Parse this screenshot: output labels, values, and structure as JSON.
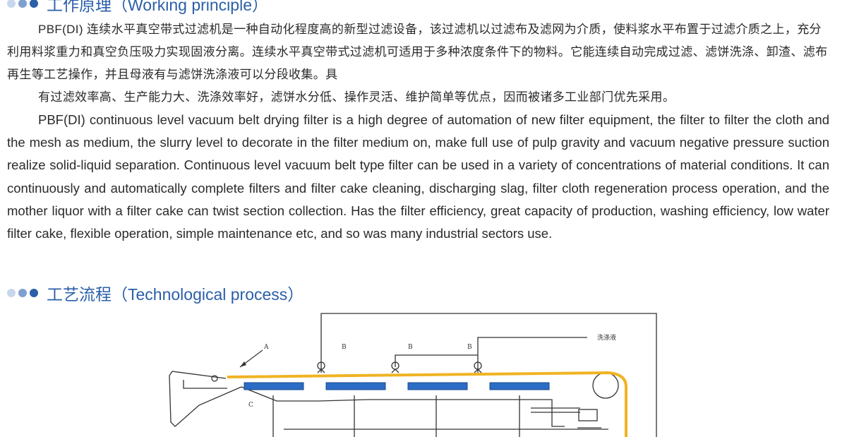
{
  "section_working": {
    "title": "工作原理（Working principle）"
  },
  "paragraph_zh": {
    "line1": "PBF(DI) 连续水平真空带式过滤机是一种自动化程度高的新型过滤设备，该过滤机以过滤布及滤网为介质，使料浆水平布置于过滤介质之上，充分利用料浆重力和真空负压吸力实现固液分离。连续水平真空带式过滤机可适用于多种浓度条件下的物料。它能连续自动完成过滤、滤饼洗涤、卸渣、滤布再生等工艺操作，并且母液有与滤饼洗涤液可以分段收集。具",
    "line2": "有过滤效率高、生产能力大、洗涤效率好，滤饼水分低、操作灵活、维护简单等优点，因而被诸多工业部门优先采用。"
  },
  "paragraph_en": {
    "text": "PBF(DI) continuous level vacuum belt drying filter is a high degree of automation of new filter equipment, the filter to filter the cloth and the mesh as medium, the slurry level to decorate in the filter medium on, make full use of pulp gravity and vacuum negative pressure suction realize solid-liquid separation. Continuous level vacuum belt type filter can be used in a variety of concentrations of material conditions. It can continuously and automatically complete filters and filter cake cleaning, discharging slag, filter cloth regeneration process operation, and the mother liquor with a filter cake can twist section collection. Has the filter efficiency, great capacity of production, washing efficiency, low water filter cake, flexible operation, simple maintenance etc, and so was many industrial sectors use."
  },
  "section_process": {
    "title": "工艺流程（Technological process）"
  },
  "diagram": {
    "label_a": "A",
    "label_b1": "B",
    "label_b2": "B",
    "label_b3": "B",
    "label_c": "C",
    "label_wash": "洗涤液",
    "belt_color": "#f0b323",
    "box_color": "#2b6cc4",
    "line_color": "#333333"
  },
  "colors": {
    "accent": "#2b5fa8",
    "dot_light": "#c8d6ec",
    "dot_mid": "#7f9fd0",
    "dot_dark": "#2b5fa8"
  }
}
